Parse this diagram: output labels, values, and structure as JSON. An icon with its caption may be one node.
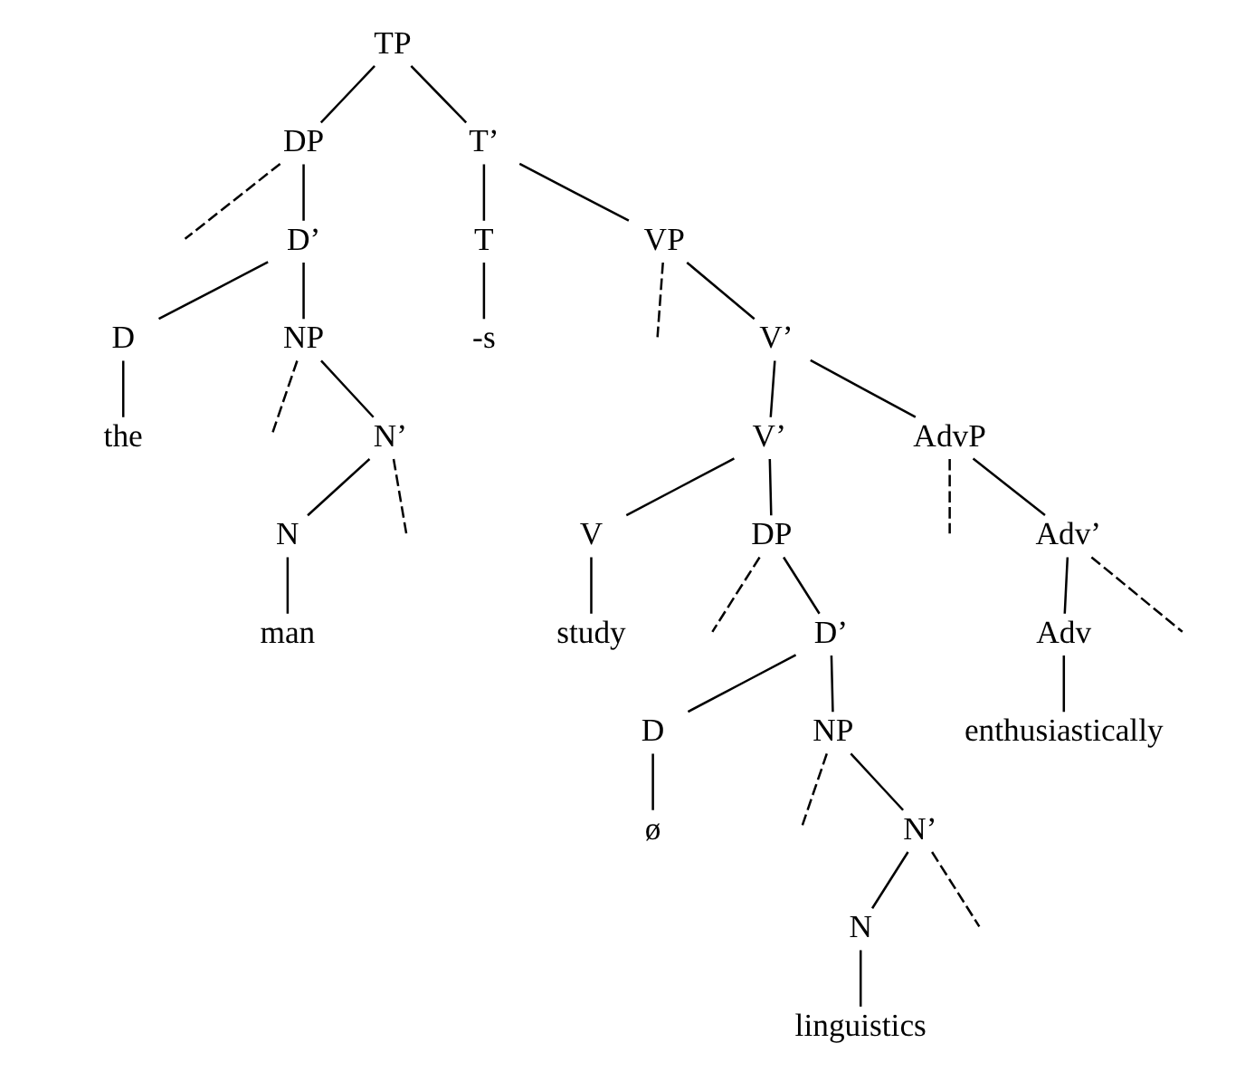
{
  "diagram": {
    "nodes": [
      {
        "text": [
          "TP"
        ]
      },
      {
        "text": [
          "DP"
        ]
      },
      {
        "text": [
          "T’"
        ]
      },
      {
        "text": [
          "D’"
        ]
      },
      {
        "text": [
          "D"
        ]
      },
      {
        "text": [
          "NP"
        ]
      },
      {
        "text": [
          "T"
        ]
      },
      {
        "text": [
          "VP"
        ]
      },
      {
        "text": [
          "the"
        ]
      },
      {
        "text": [
          "N’"
        ]
      },
      {
        "text": [
          "-s"
        ]
      },
      {
        "text": [
          "V’"
        ]
      },
      {
        "text": [
          "N"
        ]
      },
      {
        "text": [
          "V’"
        ]
      },
      {
        "text": [
          "AdvP"
        ]
      },
      {
        "text": [
          "man"
        ]
      },
      {
        "text": [
          "V"
        ]
      },
      {
        "text": [
          "DP"
        ]
      },
      {
        "text": [
          "Adv’"
        ]
      },
      {
        "text": [
          "study"
        ]
      },
      {
        "text": [
          "D’"
        ]
      },
      {
        "text": [
          "Adv"
        ]
      },
      {
        "text": [
          "D"
        ]
      },
      {
        "text": [
          "NP"
        ]
      },
      {
        "text": [
          "enthusiastically"
        ]
      },
      {
        "text": [
          "ø"
        ]
      },
      {
        "text": [
          "N’"
        ]
      },
      {
        "text": [
          "N"
        ]
      },
      {
        "text": [
          "linguistics"
        ]
      }
    ],
    "edges": [
      {
        "from": 0,
        "to": 1,
        "arrow": "none"
      },
      {
        "from": 0,
        "to": 2,
        "arrow": "none"
      },
      {
        "from": 1,
        "to": null,
        "arrow": "none",
        "style": "dashed"
      },
      {
        "from": 1,
        "to": 3,
        "arrow": "none"
      },
      {
        "from": 3,
        "to": 4,
        "arrow": "none"
      },
      {
        "from": 3,
        "to": 5,
        "arrow": "none"
      },
      {
        "from": 4,
        "to": 8,
        "arrow": "none"
      },
      {
        "from": 5,
        "to": null,
        "arrow": "none",
        "style": "dashed"
      },
      {
        "from": 5,
        "to": 9,
        "arrow": "none"
      },
      {
        "from": 9,
        "to": 12,
        "arrow": "none"
      },
      {
        "from": 9,
        "to": null,
        "arrow": "none",
        "style": "dashed"
      },
      {
        "from": 12,
        "to": 15,
        "arrow": "none"
      },
      {
        "from": 2,
        "to": 6,
        "arrow": "none"
      },
      {
        "from": 2,
        "to": 7,
        "arrow": "none"
      },
      {
        "from": 6,
        "to": 10,
        "arrow": "none"
      },
      {
        "from": 7,
        "to": null,
        "arrow": "none",
        "style": "dashed"
      },
      {
        "from": 7,
        "to": 11,
        "arrow": "none"
      },
      {
        "from": 11,
        "to": 13,
        "arrow": "none"
      },
      {
        "from": 11,
        "to": 14,
        "arrow": "none"
      },
      {
        "from": 13,
        "to": 16,
        "arrow": "none"
      },
      {
        "from": 13,
        "to": 17,
        "arrow": "none"
      },
      {
        "from": 16,
        "to": 19,
        "arrow": "none"
      },
      {
        "from": 17,
        "to": null,
        "arrow": "none",
        "style": "dashed"
      },
      {
        "from": 17,
        "to": 20,
        "arrow": "none"
      },
      {
        "from": 20,
        "to": 22,
        "arrow": "none"
      },
      {
        "from": 20,
        "to": 23,
        "arrow": "none"
      },
      {
        "from": 22,
        "to": 25,
        "arrow": "none"
      },
      {
        "from": 23,
        "to": null,
        "arrow": "none",
        "style": "dashed"
      },
      {
        "from": 23,
        "to": 26,
        "arrow": "none"
      },
      {
        "from": 26,
        "to": 27,
        "arrow": "none"
      },
      {
        "from": 26,
        "to": null,
        "arrow": "none",
        "style": "dashed"
      },
      {
        "from": 27,
        "to": 28,
        "arrow": "none"
      },
      {
        "from": 14,
        "to": null,
        "arrow": "none",
        "style": "dashed"
      },
      {
        "from": 14,
        "to": 18,
        "arrow": "none"
      },
      {
        "from": 18,
        "to": 21,
        "arrow": "none"
      },
      {
        "from": 18,
        "to": null,
        "arrow": "none",
        "style": "dashed"
      },
      {
        "from": 21,
        "to": 24,
        "arrow": "none"
      }
    ]
  }
}
